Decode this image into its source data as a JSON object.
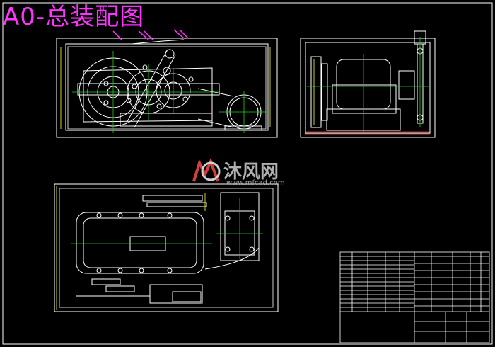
{
  "title": "A0-总装配图",
  "watermark": {
    "brand": "沐风网",
    "url": "www.mfcad.com"
  },
  "colors": {
    "background": "#000000",
    "frame": "#ffffff",
    "title": "#ff33ff",
    "centerline": "#22cc22",
    "dimension": "#ffff33"
  },
  "views": [
    "front-view",
    "side-view",
    "top-view",
    "title-block"
  ]
}
